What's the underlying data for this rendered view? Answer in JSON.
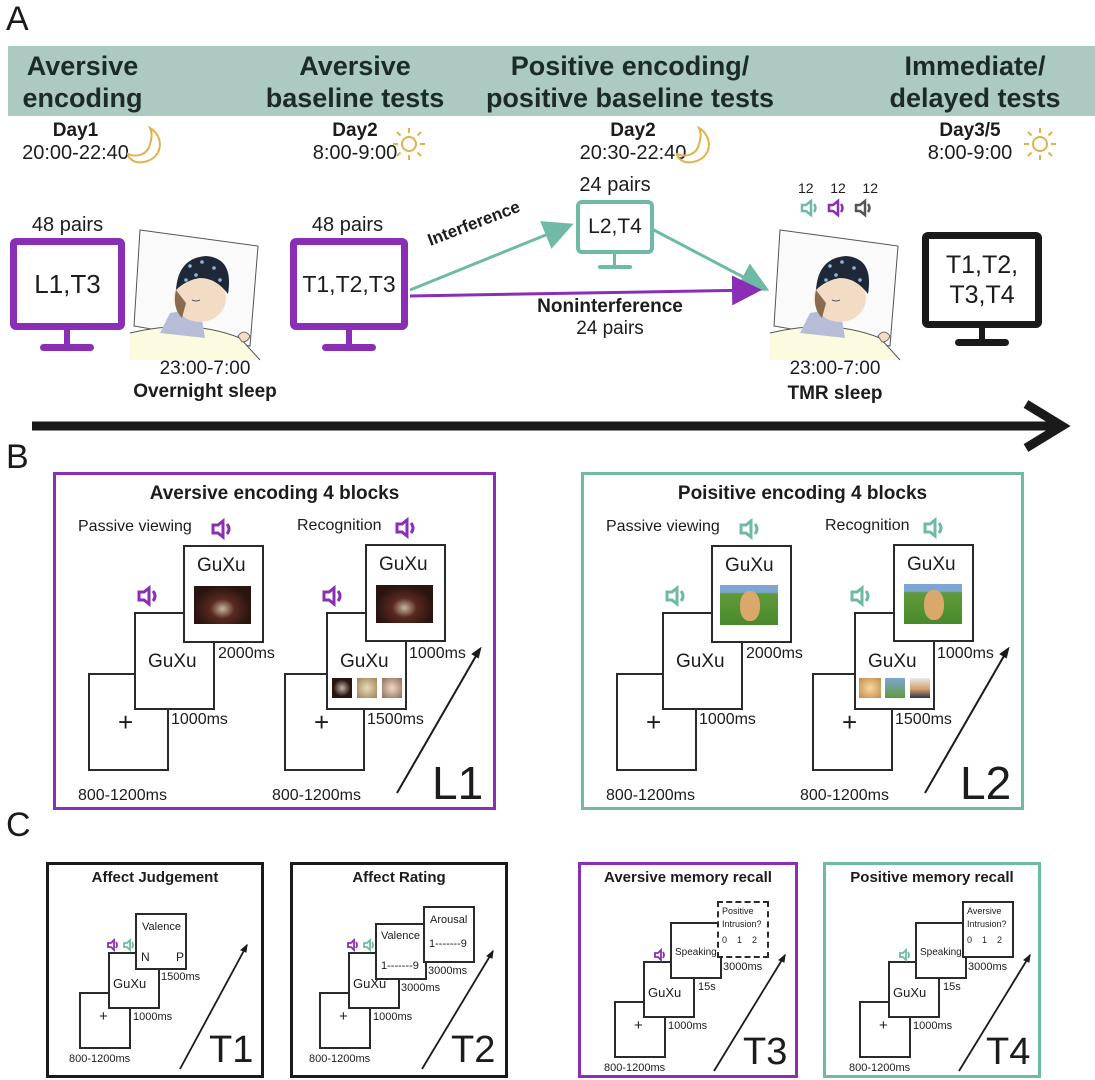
{
  "colors": {
    "aversive": "#8a2fb5",
    "positive": "#6fb9a7",
    "neutral": "#555555",
    "banner": "#acc9c2",
    "icon_gold": "#e0b34a",
    "black": "#1a1a1a"
  },
  "section_labels": {
    "a": "A",
    "b": "B",
    "c": "C"
  },
  "panel_a": {
    "phases": [
      {
        "title_line1": "Aversive",
        "title_line2": "encoding",
        "day": "Day1",
        "time": "20:00-22:40",
        "time_icon": "moon-icon"
      },
      {
        "title_line1": "Aversive",
        "title_line2": "baseline tests",
        "day": "Day2",
        "time": "8:00-9:00",
        "time_icon": "sun-icon"
      },
      {
        "title_line1": "Positive encoding/",
        "title_line2": "positive baseline tests",
        "day": "Day2",
        "time": "20:30-22:40",
        "time_icon": "moon-icon"
      },
      {
        "title_line1": "Immediate/",
        "title_line2": "delayed tests",
        "day": "Day3/5",
        "time": "8:00-9:00",
        "time_icon": "sun-icon"
      }
    ],
    "monitors": [
      {
        "pairs": "48 pairs",
        "text": "L1,T3"
      },
      {
        "pairs": "48 pairs",
        "text": "T1,T2,T3"
      },
      {
        "pairs": "24 pairs",
        "text": "L2,T4"
      },
      {
        "text_line1": "T1,T2,",
        "text_line2": "T3,T4"
      }
    ],
    "sleep_overnight": {
      "time": "23:00-7:00",
      "label": "Overnight sleep"
    },
    "sleep_tmr": {
      "time": "23:00-7:00",
      "label": "TMR sleep"
    },
    "interference_label": "Interference",
    "noninterference_label": "Noninterference",
    "noninterference_pairs": "24 pairs",
    "tmr_cues": [
      {
        "count": "12",
        "type": "positive"
      },
      {
        "count": "12",
        "type": "aversive"
      },
      {
        "count": "12",
        "type": "neutral"
      }
    ]
  },
  "panel_b": [
    {
      "title": "Aversive encoding 4 blocks",
      "label": "L1",
      "passive": {
        "label": "Passive viewing",
        "word": "GuXu",
        "word2": "GuXu",
        "t_fix": "800-1200ms",
        "t_word": "1000ms",
        "t_pic": "2000ms"
      },
      "recognition": {
        "label": "Recognition",
        "word": "GuXu",
        "word2": "GuXu",
        "t_fix": "800-1200ms",
        "t_choice": "1500ms",
        "t_feedback": "1000ms"
      },
      "fixation": "+"
    },
    {
      "title": "Poisitive encoding 4 blocks",
      "label": "L2",
      "passive": {
        "label": "Passive viewing",
        "word": "GuXu",
        "word2": "GuXu",
        "t_fix": "800-1200ms",
        "t_word": "1000ms",
        "t_pic": "2000ms"
      },
      "recognition": {
        "label": "Recognition",
        "word": "GuXu",
        "word2": "GuXu",
        "t_fix": "800-1200ms",
        "t_choice": "1500ms",
        "t_feedback": "1000ms"
      },
      "fixation": "+"
    }
  ],
  "panel_c": [
    {
      "title": "Affect Judgement",
      "label": "T1",
      "fixation": "+",
      "word": "GuXu",
      "t_fix": "800-1200ms",
      "t_word": "1000ms",
      "s1_l1": "Valence",
      "s1_n": "N",
      "s1_p": "P",
      "t_s1": "1500ms"
    },
    {
      "title": "Affect Rating",
      "label": "T2",
      "fixation": "+",
      "word": "GuXu",
      "t_fix": "800-1200ms",
      "t_word": "1000ms",
      "s1_l1": "Valence",
      "s1_scale": "1-------9",
      "t_s1": "3000ms",
      "s2_l1": "Arousal",
      "s2_scale": "1-------9",
      "t_s2": "3000ms"
    },
    {
      "title": "Aversive memory recall",
      "label": "T3",
      "fixation": "+",
      "word": "GuXu",
      "t_fix": "800-1200ms",
      "t_word": "1000ms",
      "s1_l1": "Speaking",
      "t_s1": "15s",
      "s2_l1": "Positive",
      "s2_l2": "Intrusion?",
      "s2_opts": "0    1    2",
      "t_s2": "3000ms"
    },
    {
      "title": "Positive memory recall",
      "label": "T4",
      "fixation": "+",
      "word": "GuXu",
      "t_fix": "800-1200ms",
      "t_word": "1000ms",
      "s1_l1": "Speaking",
      "t_s1": "15s",
      "s2_l1": "Aversive",
      "s2_l2": "Intrusion?",
      "s2_opts": "0    1    2",
      "t_s2": "3000ms"
    }
  ]
}
